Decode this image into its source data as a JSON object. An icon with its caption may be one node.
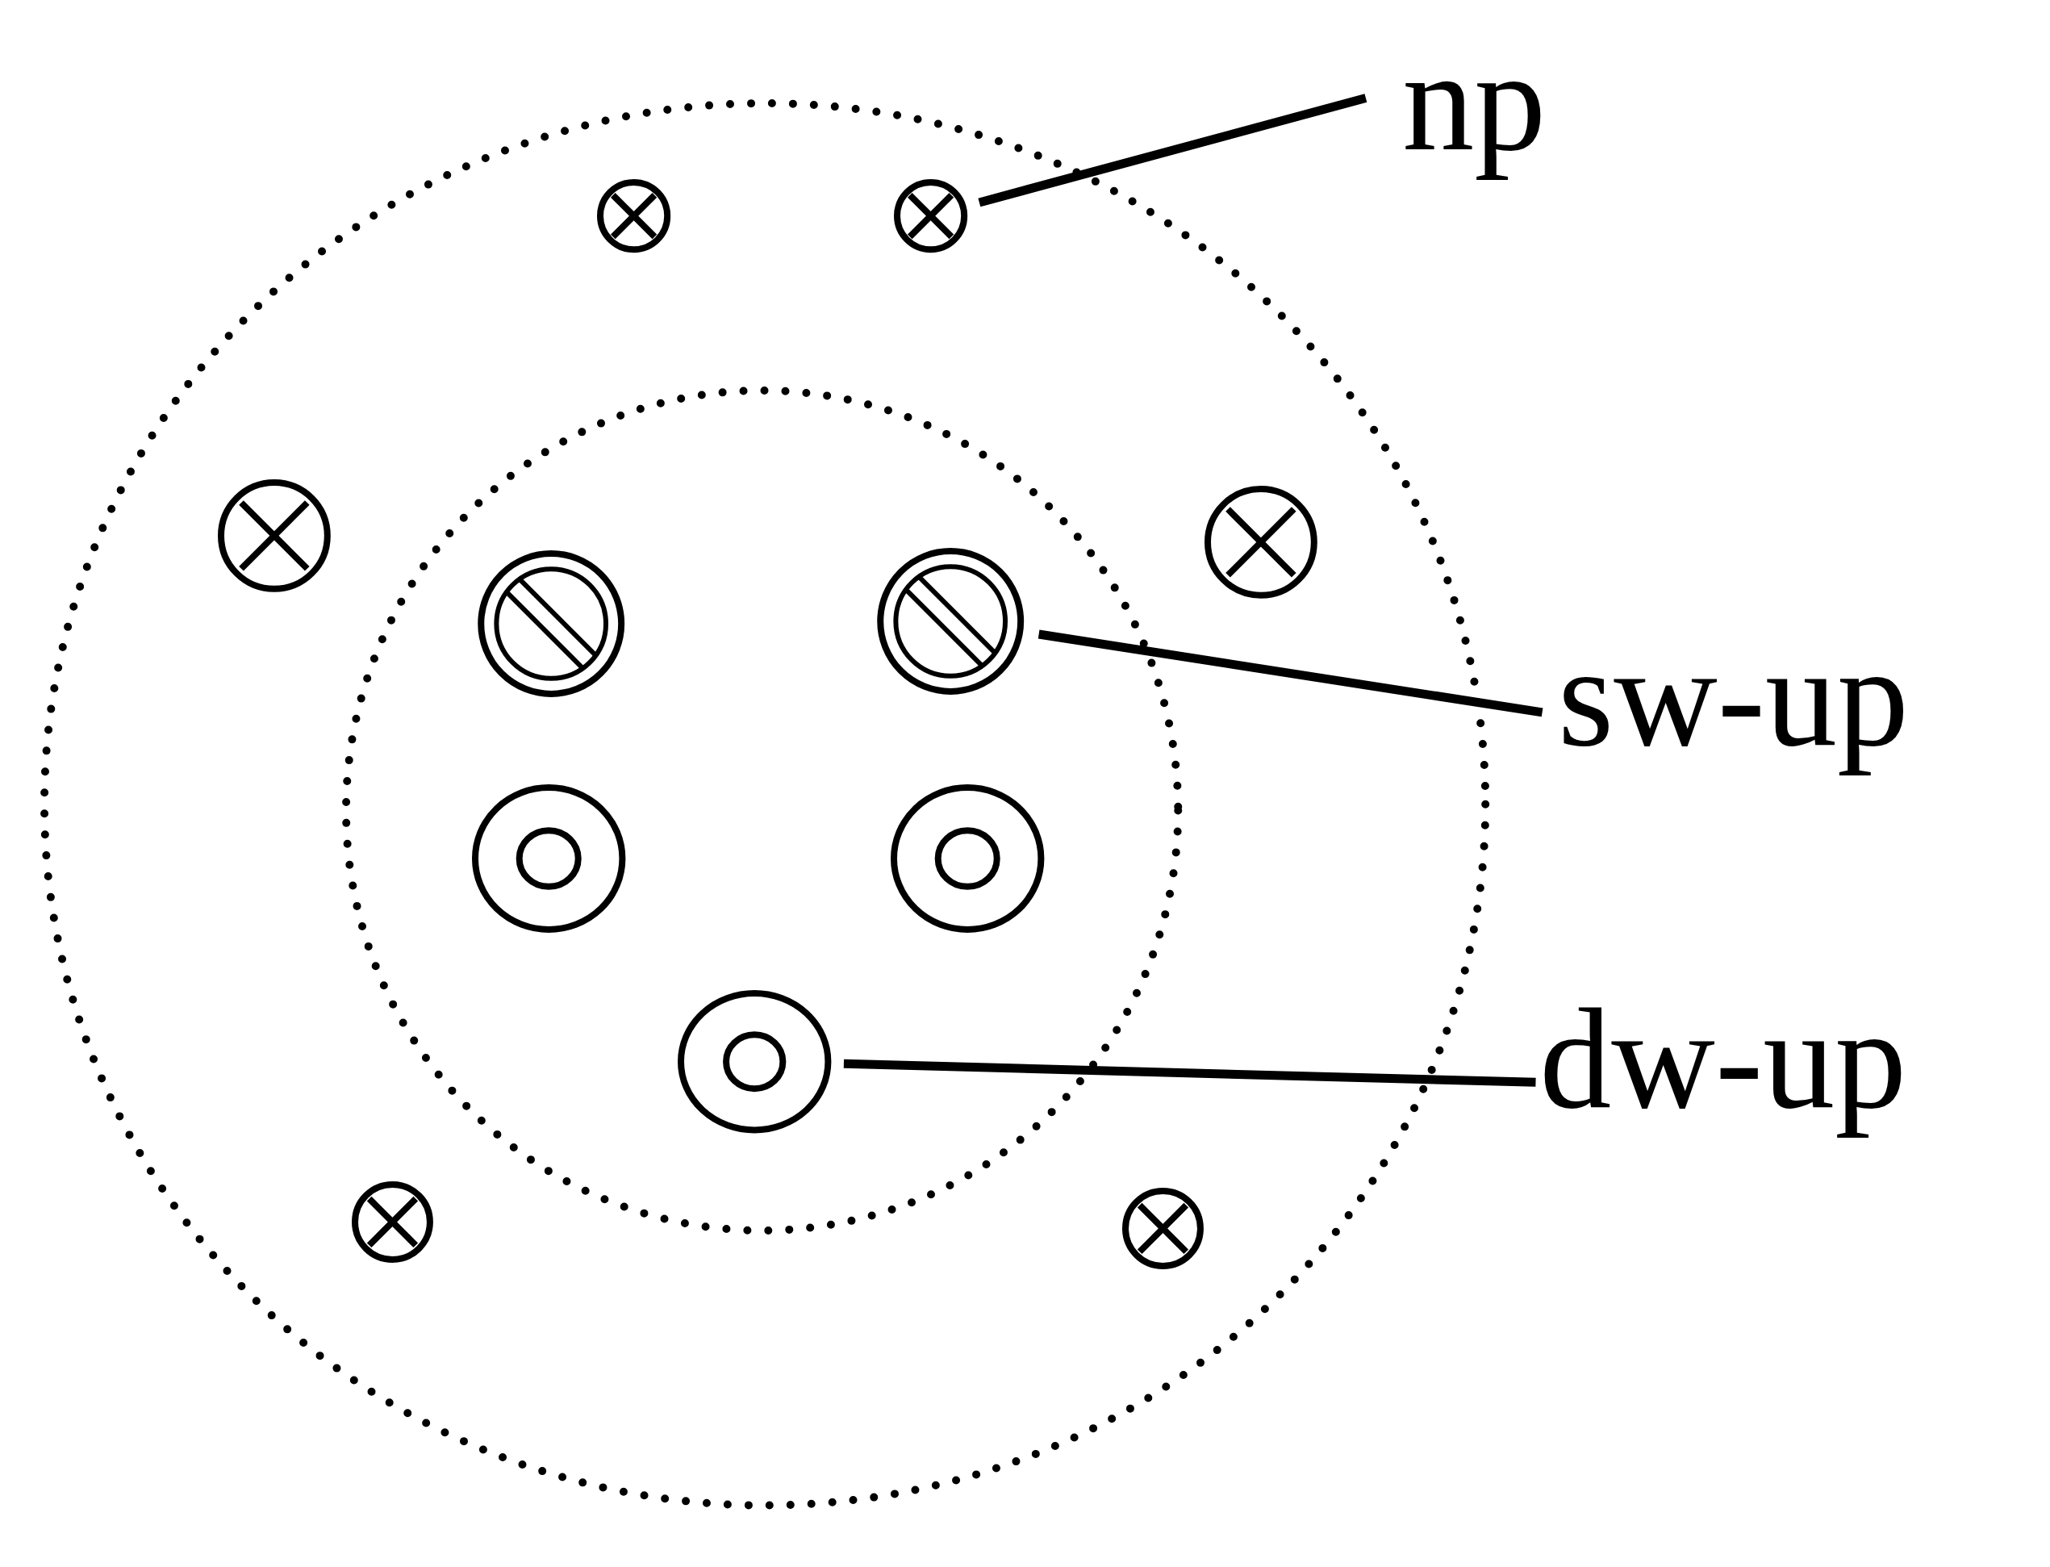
{
  "diagram": {
    "nodes": [
      {
        "text": [],
        "shape": "circle"
      },
      {
        "text": [],
        "shape": "circle",
        "in": 0
      },
      {
        "text": [],
        "shape": "crossed-circle",
        "in": 0
      },
      {
        "text": [],
        "shape": "crossed-circle",
        "in": 0
      },
      {
        "text": [],
        "shape": "crossed-circle",
        "in": 0
      },
      {
        "text": [],
        "shape": "crossed-circle",
        "in": 0
      },
      {
        "text": [],
        "shape": "slashed-circle",
        "in": 1
      },
      {
        "text": [],
        "shape": "slashed-circle",
        "in": 1
      },
      {
        "text": [],
        "shape": "double-circle",
        "in": 1
      },
      {
        "text": [],
        "shape": "double-circle",
        "in": 1
      },
      {
        "text": [],
        "shape": "double-circle",
        "in": 1
      },
      {
        "text": [],
        "shape": "crossed-circle",
        "in": 0
      },
      {
        "text": [],
        "shape": "crossed-circle",
        "in": 0
      },
      {
        "text": [
          "np"
        ]
      },
      {
        "text": [
          "sw-up"
        ]
      },
      {
        "text": [
          "dw-up"
        ]
      }
    ],
    "edges": [
      {
        "from": 13,
        "to": 3,
        "arrow": "none"
      },
      {
        "from": 14,
        "to": 7,
        "arrow": "none"
      },
      {
        "from": 15,
        "to": 10,
        "arrow": "none"
      }
    ]
  }
}
